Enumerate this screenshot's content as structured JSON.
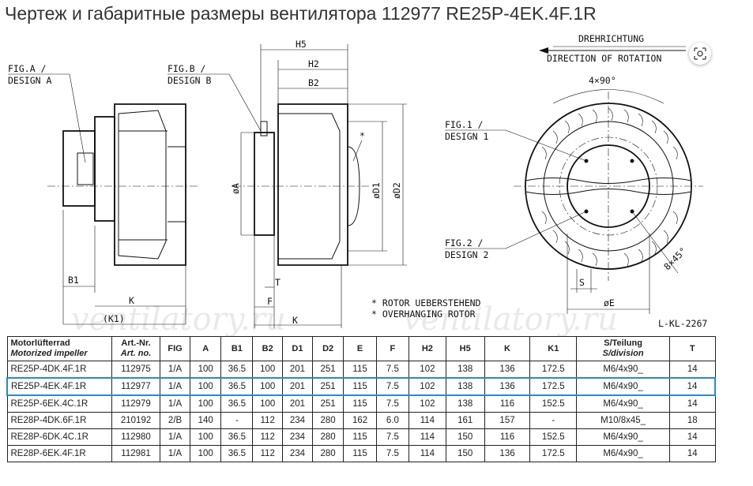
{
  "title": "Чертеж и габаритные размеры вентилятора 112977 RE25P-4EK.4F.1R",
  "drawing": {
    "fig_a": "FIG.A /",
    "design_a": "DESIGN A",
    "fig_b": "FIG.B /",
    "design_b": "DESIGN B",
    "fig_1": "FIG.1 /",
    "design_1": "DESIGN 1",
    "fig_2": "FIG.2 /",
    "design_2": "DESIGN 2",
    "drehrichtung": "DREHRICHTUNG",
    "direction": "DIRECTION OF ROTATION",
    "angle_4x90": "4×90°",
    "angle_8x45": "8×45°",
    "dim_h5": "H5",
    "dim_h2": "H2",
    "dim_b2": "B2",
    "dim_b1": "B1",
    "dim_k": "K",
    "dim_k1": "(K1)",
    "dim_f": "F",
    "dim_t": "T",
    "dim_a": "øA",
    "dim_d1": "øD1",
    "dim_d2": "øD2",
    "dim_e": "øE",
    "dim_s": "S",
    "star": "*",
    "note_de": "* ROTOR UEBERSTEHEND",
    "note_en": "* OVERHANGING ROTOR",
    "code": "L-KL-2267",
    "watermark": "ventilatory.ru"
  },
  "table": {
    "headers": [
      {
        "line1": "Motorlüfterrad",
        "line2": "Motorized impeller"
      },
      {
        "line1": "Art.-Nr.",
        "line2": "Art. no."
      },
      {
        "line1": "FIG",
        "line2": ""
      },
      {
        "line1": "A",
        "line2": ""
      },
      {
        "line1": "B1",
        "line2": ""
      },
      {
        "line1": "B2",
        "line2": ""
      },
      {
        "line1": "D1",
        "line2": ""
      },
      {
        "line1": "D2",
        "line2": ""
      },
      {
        "line1": "E",
        "line2": ""
      },
      {
        "line1": "F",
        "line2": ""
      },
      {
        "line1": "H2",
        "line2": ""
      },
      {
        "line1": "H5",
        "line2": ""
      },
      {
        "line1": "K",
        "line2": ""
      },
      {
        "line1": "K1",
        "line2": ""
      },
      {
        "line1": "S/Teilung",
        "line2": "S/division"
      },
      {
        "line1": "T",
        "line2": ""
      }
    ],
    "rows": [
      [
        "RE25P-4DK.4F.1R",
        "112975",
        "1/A",
        "100",
        "36.5",
        "100",
        "201",
        "251",
        "115",
        "7.5",
        "102",
        "138",
        "136",
        "172.5",
        "M6/4x90_",
        "14"
      ],
      [
        "RE25P-4EK.4F.1R",
        "112977",
        "1/A",
        "100",
        "36.5",
        "100",
        "201",
        "251",
        "115",
        "7.5",
        "102",
        "138",
        "136",
        "172.5",
        "M6/4x90_",
        "14"
      ],
      [
        "RE25P-6EK.4C.1R",
        "112979",
        "1/A",
        "100",
        "36.5",
        "100",
        "201",
        "251",
        "115",
        "7.5",
        "102",
        "138",
        "116",
        "152.5",
        "M6/4x90_",
        "14"
      ],
      [
        "RE28P-4DK.6F.1R",
        "210192",
        "2/B",
        "140",
        "-",
        "112",
        "234",
        "280",
        "162",
        "6.0",
        "114",
        "161",
        "157",
        "-",
        "M10/8x45_",
        "18"
      ],
      [
        "RE28P-6DK.4C.1R",
        "112980",
        "1/A",
        "100",
        "36.5",
        "112",
        "234",
        "280",
        "115",
        "7.5",
        "114",
        "150",
        "116",
        "152.5",
        "M6/4x90_",
        "14"
      ],
      [
        "RE28P-6EK.4F.1R",
        "112981",
        "1/A",
        "100",
        "36.5",
        "112",
        "234",
        "280",
        "115",
        "7.5",
        "114",
        "150",
        "136",
        "172.5",
        "M6/4x90_",
        "14"
      ]
    ],
    "highlight_row": 1,
    "highlight_color": "#2a8ac8"
  }
}
